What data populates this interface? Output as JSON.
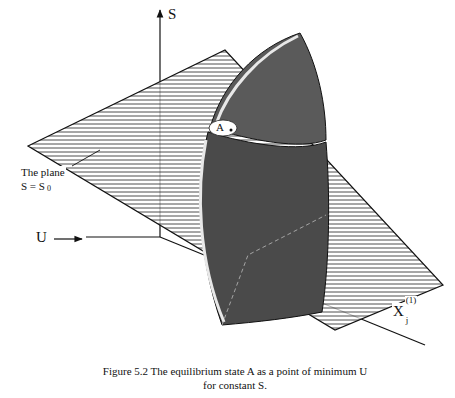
{
  "diagram": {
    "caption": "Figure 5.2 The equilibrium state A as a point of minimum U for constant S.",
    "labels": [
      "S",
      "U",
      "The plane",
      "S = S",
      "0",
      "A",
      "X",
      "j",
      "(1)"
    ]
  }
}
